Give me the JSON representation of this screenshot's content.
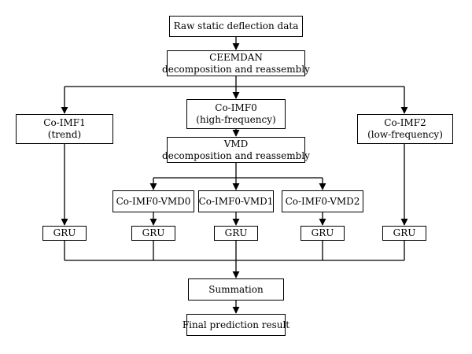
{
  "nodes": {
    "raw": "Raw static deflection data",
    "ceemdan_1": "CEEMDAN",
    "ceemdan_2": "decomposition and reassembly",
    "imf0_1": "Co-IMF0",
    "imf0_2": "(high-frequency)",
    "imf1_1": "Co-IMF1",
    "imf1_2": "(trend)",
    "imf2_1": "Co-IMF2",
    "imf2_2": "(low-frequency)",
    "vmd_1": "VMD",
    "vmd_2": "decomposition and reassembly",
    "vmd0": "Co-IMF0-VMD0",
    "vmd1": "Co-IMF0-VMD1",
    "vmd2": "Co-IMF0-VMD2",
    "gru": "GRU",
    "summation": "Summation",
    "final": "Final prediction result"
  },
  "colors": {
    "line": "#000000",
    "background": "#ffffff"
  }
}
